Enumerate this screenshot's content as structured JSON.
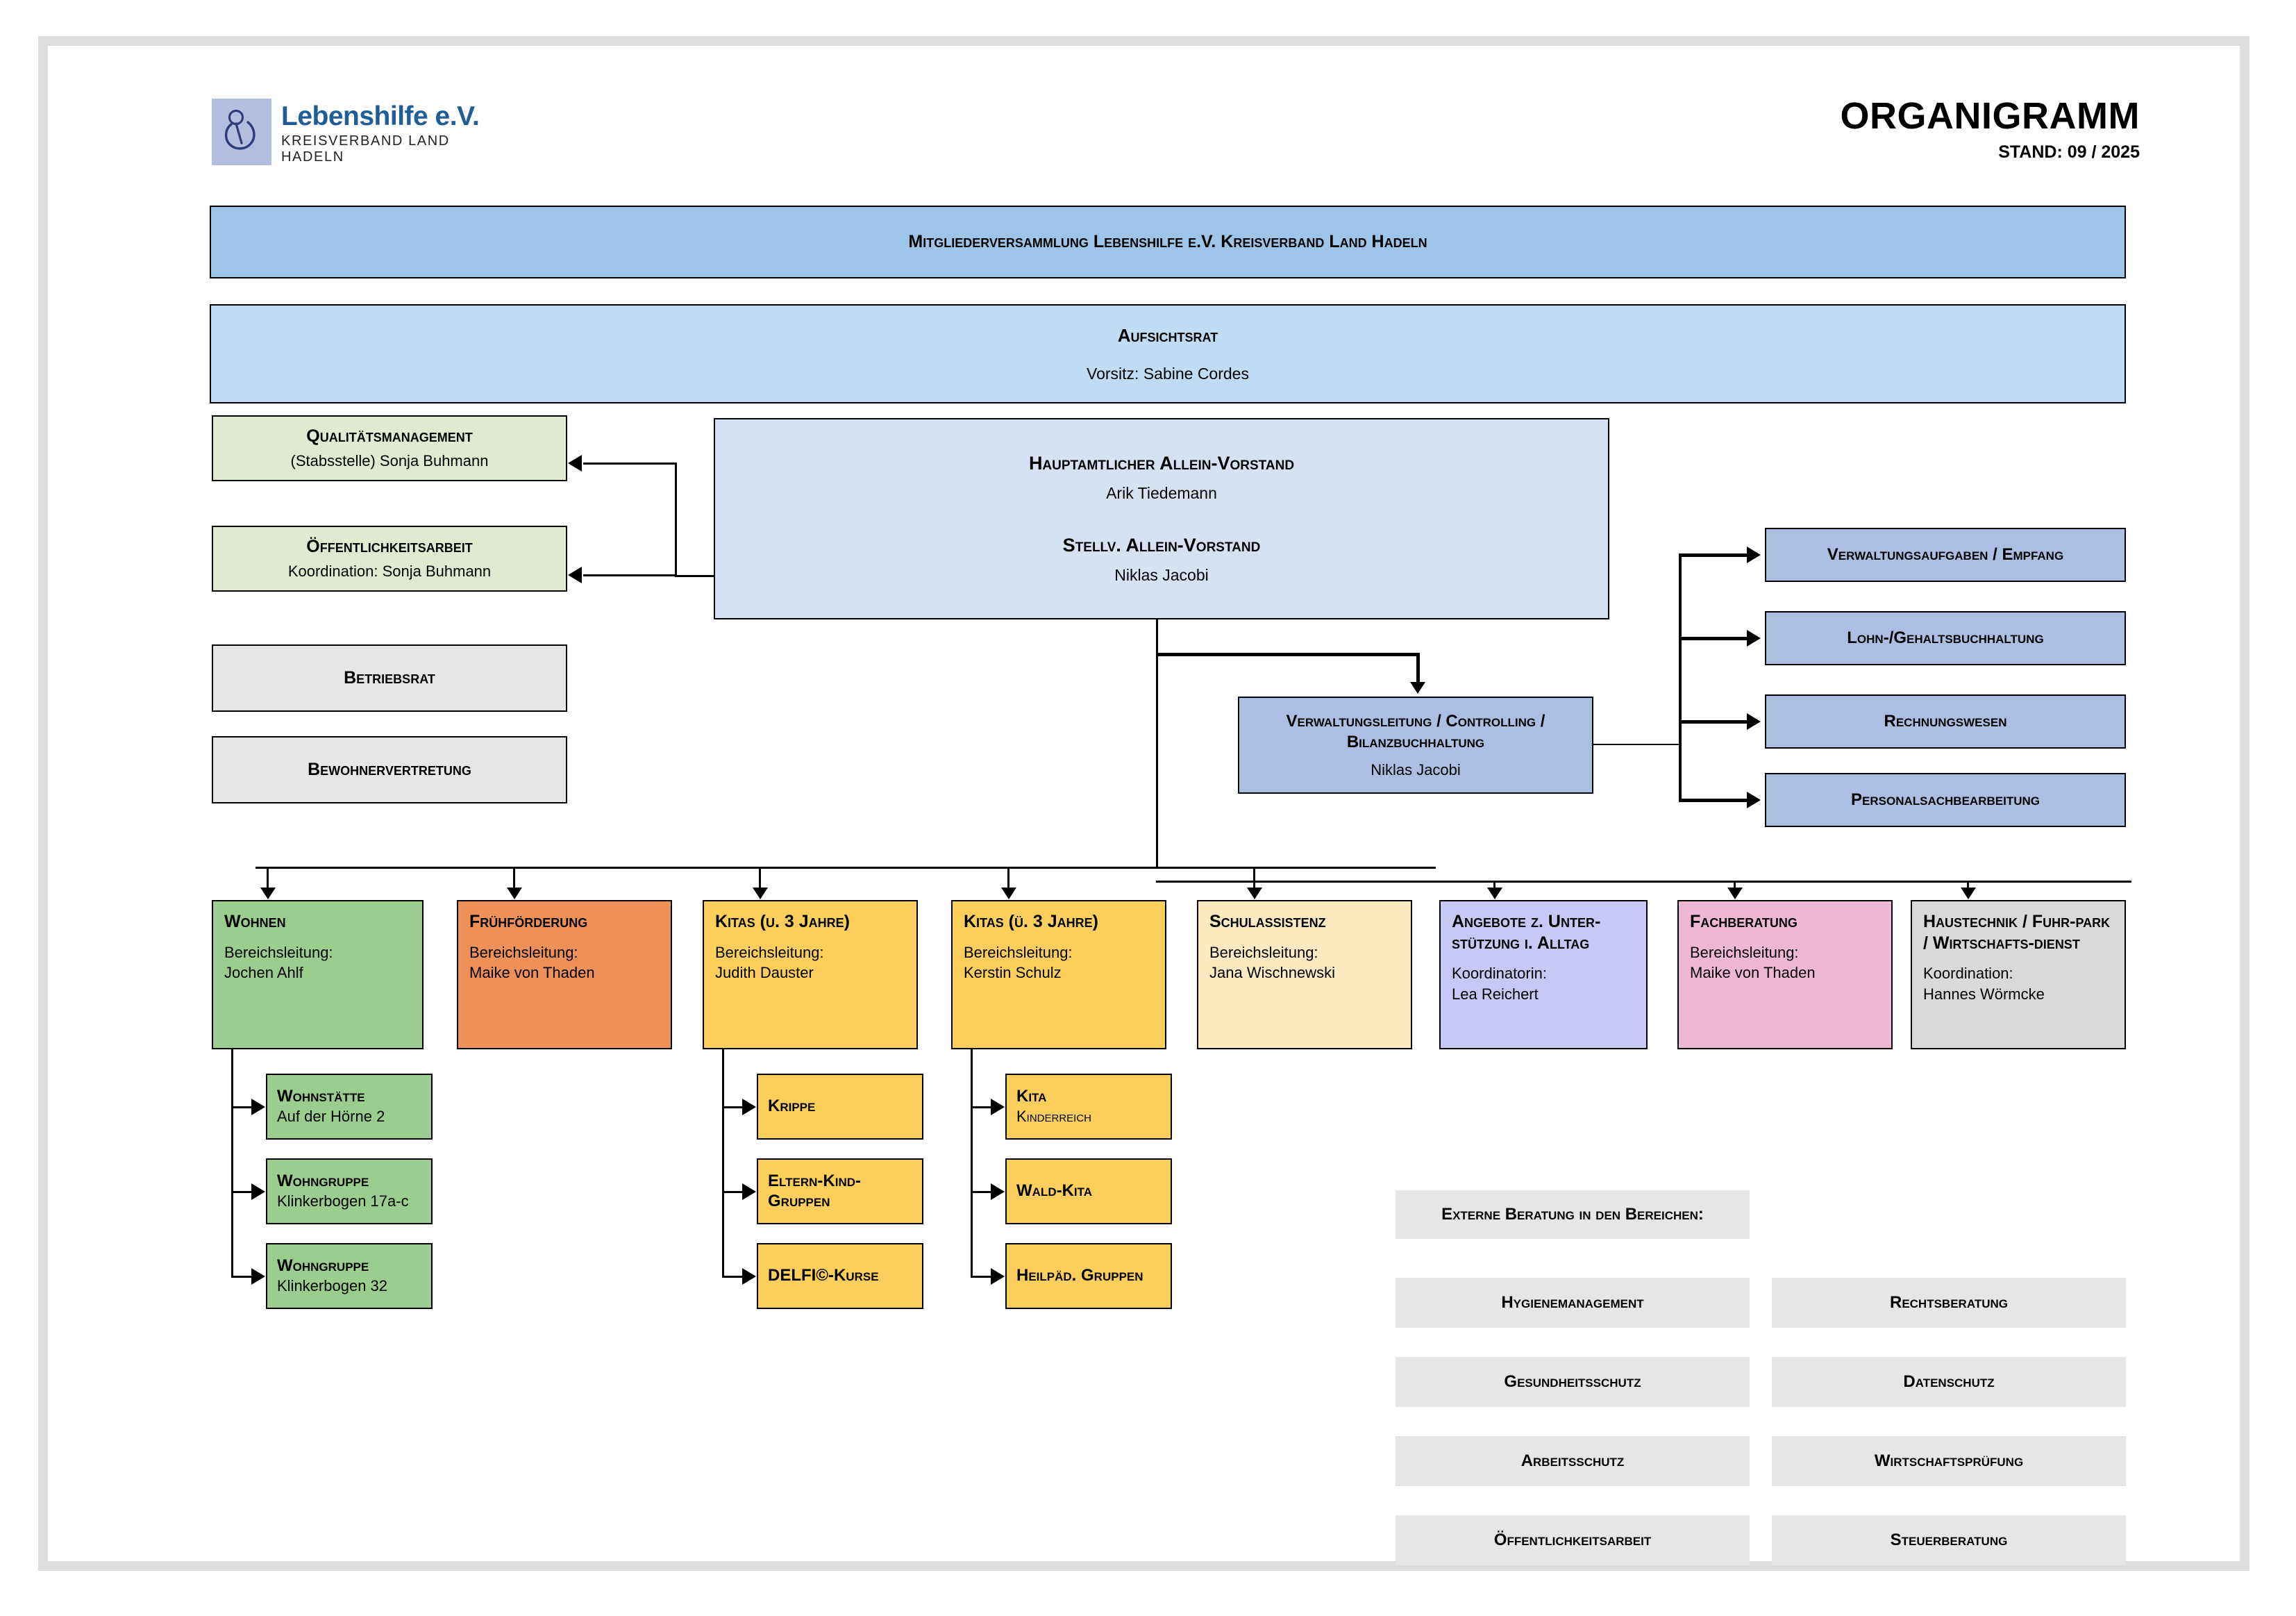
{
  "header": {
    "logo_title": "Lebenshilfe e.V.",
    "logo_subtitle": "KREISVERBAND LAND HADELN",
    "title": "ORGANIGRAMM",
    "stand": "STAND: 09 / 2025"
  },
  "top": {
    "assembly": "Mitgliederversammlung Lebenshilfe e.V. Kreisverband Land Hadeln",
    "board_title": "Aufsichtsrat",
    "board_person": "Vorsitz: Sabine Cordes"
  },
  "staff": [
    {
      "title": "Qualitätsmanagement",
      "person": "(Stabsstelle) Sonja Buhmann"
    },
    {
      "title": "Öffentlichkeitsarbeit",
      "person": "Koordination: Sonja Buhmann"
    }
  ],
  "councils": [
    {
      "title": "Betriebsrat"
    },
    {
      "title": "Bewohnervertretung"
    }
  ],
  "executive": {
    "role1": "Hauptamtlicher Allein-Vorstand",
    "name1": "Arik Tiedemann",
    "role2": "Stellv.  Allein-Vorstand",
    "name2": "Niklas Jacobi"
  },
  "administration": {
    "lead_title_line1": "Verwaltungsleitung / Controlling /",
    "lead_title_line2": "Bilanzbuchhaltung",
    "lead_person": "Niklas Jacobi",
    "units": [
      "Verwaltungsaufgaben / Empfang",
      "Lohn-/Gehaltsbuchhaltung",
      "Rechnungswesen",
      "Personalsachbearbeitung"
    ]
  },
  "departments": [
    {
      "title": "Wohnen",
      "role": "Bereichsleitung:",
      "person": "Jochen Ahlf",
      "color": "#9bcd8e",
      "children": [
        {
          "title": "Wohnstätte",
          "sub": "Auf der Hörne 2"
        },
        {
          "title": "Wohngruppe",
          "sub": "Klinkerbogen 17a-c"
        },
        {
          "title": "Wohngruppe",
          "sub": "Klinkerbogen 32"
        }
      ]
    },
    {
      "title": "Frühförderung",
      "role": "Bereichsleitung:",
      "person": "Maike von Thaden",
      "color": "#ed9159",
      "children": []
    },
    {
      "title": "Kitas (u. 3 Jahre)",
      "role": "Bereichsleitung:",
      "person": "Judith Dauster",
      "color": "#fccf5c",
      "children": [
        {
          "title": "Krippe",
          "sub": ""
        },
        {
          "title": "Eltern-Kind-Gruppen",
          "sub": ""
        },
        {
          "title": "DELFI©-Kurse",
          "sub": ""
        }
      ]
    },
    {
      "title": "Kitas (ü. 3 Jahre)",
      "role": "Bereichsleitung:",
      "person": "Kerstin Schulz",
      "color": "#fccf5c",
      "children": [
        {
          "title": "Kita",
          "sub": "Kinderreich"
        },
        {
          "title": "Wald-Kita",
          "sub": ""
        },
        {
          "title": "Heilpäd. Gruppen",
          "sub": ""
        }
      ]
    },
    {
      "title": "Schulassistenz",
      "role": "Bereichsleitung:",
      "person": "Jana Wischnewski",
      "color": "#fdeac0",
      "children": []
    },
    {
      "title": "Angebote z. Unter-stützung i. Alltag",
      "role": "Koordinatorin:",
      "person": "Lea Reichert",
      "color": "#c8c8f4",
      "children": []
    },
    {
      "title": "Fachberatung",
      "role": "Bereichsleitung:",
      "person": "Maike von Thaden",
      "color": "#eeb8d4",
      "children": []
    },
    {
      "title": "Haustechnik / Fuhr-park / Wirtschafts-dienst",
      "role": "Koordination:",
      "person": "Hannes Wörmcke",
      "color": "#d9d9d9",
      "children": []
    }
  ],
  "external": {
    "heading": "Externe Beratung in den Bereichen:",
    "left": [
      "Hygienemanagement",
      "Gesundheitsschutz",
      "Arbeitsschutz",
      "Öffentlichkeitsarbeit"
    ],
    "right": [
      "Rechtsberatung",
      "Datenschutz",
      "Wirtschaftsprüfung",
      "Steuerberatung"
    ]
  },
  "colors": {
    "assembly_blue": "#9ec4e8",
    "board_blue": "#bfdcf4",
    "executive_blue": "#d7e1f4",
    "admin_blue": "#aabfe2",
    "staff_green": "#dfeacf",
    "council_grey": "#e6e6e6",
    "external_grey": "#e6e6e6"
  }
}
